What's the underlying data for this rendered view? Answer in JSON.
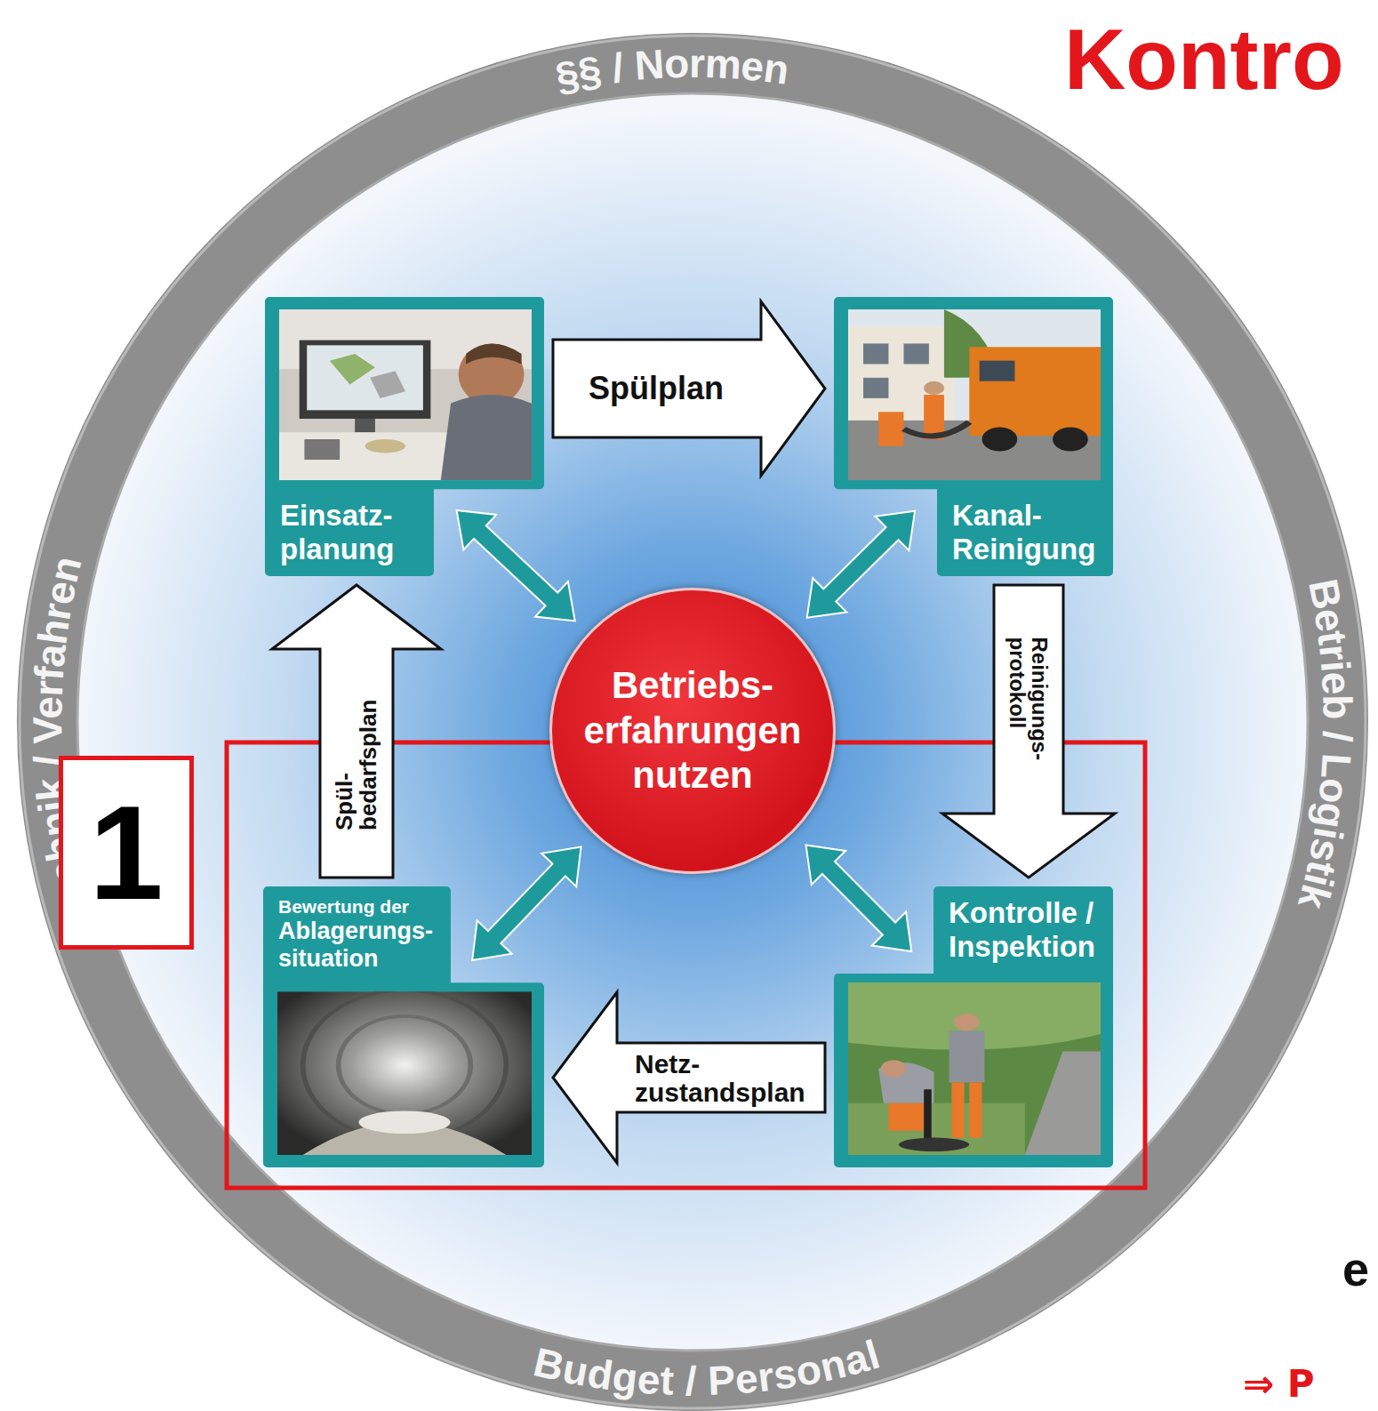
{
  "diagram": {
    "title": "Kontro",
    "nodes": [
      {
        "text": [
          "Einsatz- planung"
        ]
      },
      {
        "text": [
          "Kanal- Reinigung"
        ]
      },
      {
        "text": [
          "Betriebs- erfahrungen nutzen"
        ]
      },
      {
        "text": [
          "1"
        ]
      },
      {
        "text": [
          "Bewertung der",
          "Ablagerungs- situation"
        ]
      },
      {
        "text": [
          "Kontrolle / Inspektion"
        ]
      }
    ],
    "edges": [
      {
        "from": 0,
        "to": 1,
        "label": "Spülplan",
        "arrow": "to"
      },
      {
        "from": 1,
        "to": 5,
        "label": "Reinigungs- protokoll",
        "arrow": "to"
      },
      {
        "from": 5,
        "to": 4,
        "label": "Netz- zustandsplan",
        "arrow": "to"
      },
      {
        "from": 4,
        "to": 0,
        "label": "Spül- bedarfsplan",
        "arrow": "to"
      },
      {
        "from": 2,
        "to": 0,
        "arrow": "both"
      },
      {
        "from": 2,
        "to": 1,
        "arrow": "both"
      },
      {
        "from": 2,
        "to": 4,
        "arrow": "both"
      },
      {
        "from": 2,
        "to": 5,
        "arrow": "both"
      }
    ],
    "labels": [
      "§§ / Normen",
      "Betrieb / Logistik",
      "Budget / Personal",
      "Technik / Verfahren",
      "e",
      "⇒ P"
    ]
  }
}
